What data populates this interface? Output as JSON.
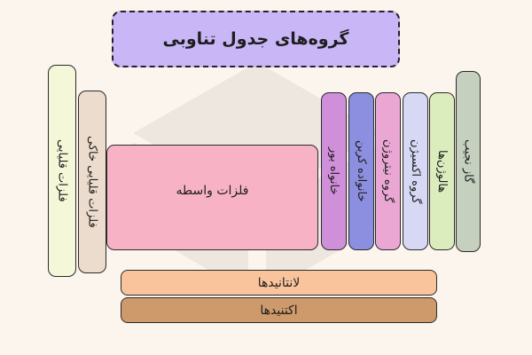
{
  "title": "گروه‌های جدول تناوبی",
  "columns_left": [
    {
      "label": "فلزات قلیایی",
      "color": "#f4f7d8"
    },
    {
      "label": "فلزات قلیایی خاکی",
      "color": "#ecdccd"
    }
  ],
  "middle": {
    "label": "فلزات واسطه",
    "color": "#f8b2c6"
  },
  "columns_right": [
    {
      "label": "خانواه بور",
      "color": "#cf8fd9"
    },
    {
      "label": "خانواده کربن",
      "color": "#8c8ee0"
    },
    {
      "label": "گروه نیتروژن",
      "color": "#eaa7d4"
    },
    {
      "label": "گروه اکسیژن",
      "color": "#d6d8f4"
    },
    {
      "label": "هالوژن‌ها",
      "color": "#dbedbd"
    },
    {
      "label": "گاز نجیب",
      "color": "#c5d0bf"
    }
  ],
  "bars": [
    {
      "label": "لانتانیدها",
      "color": "#f9c49b"
    },
    {
      "label": "اکتنیدها",
      "color": "#cf9a6b"
    }
  ],
  "colors": {
    "background": "#fbf5ee",
    "title_box": "#c9b6f7"
  }
}
